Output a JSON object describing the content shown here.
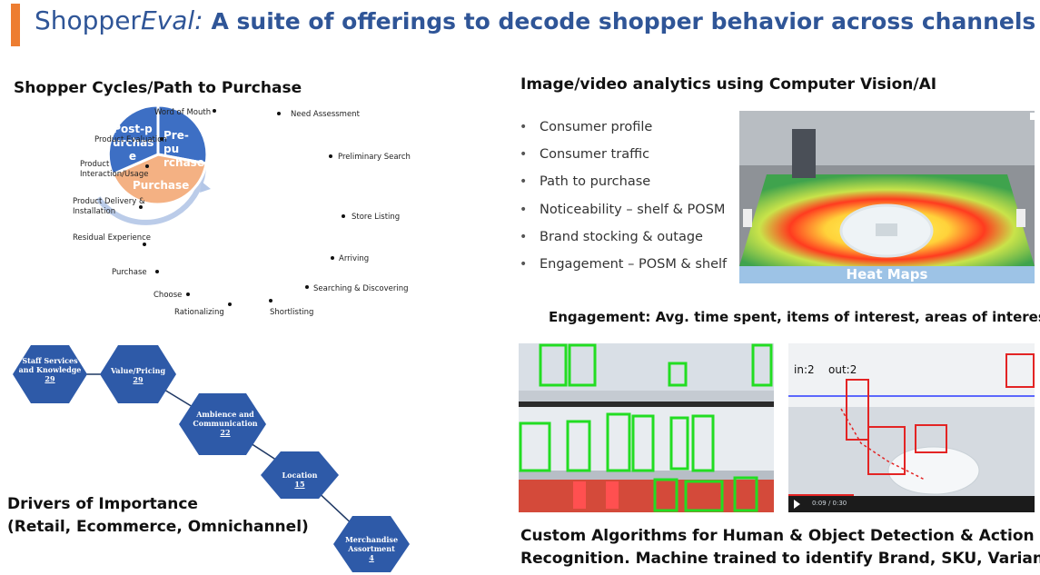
{
  "header": {
    "brand_regular": "Shopper",
    "brand_italic": "Eval:",
    "subtitle": "A suite of offerings to decode shopper behavior across channels"
  },
  "cycle": {
    "heading": "Shopper  Cycles/Path to Purchase",
    "segments": [
      "Pre-pu rchase",
      "Purchase",
      "Post-p urchas e"
    ],
    "stages": [
      "Word of Mouth",
      "Need Assessment",
      "Preliminary Search",
      "Store Listing",
      "Arriving",
      "Searching & Discovering",
      "Shortlisting",
      "Rationalizing",
      "Choose",
      "Purchase",
      "Residual Experience",
      "Product Delivery & Installation",
      "Product Interaction/Usage",
      "Product Evaluation"
    ]
  },
  "drivers": {
    "heading_line1": "Drivers of Importance",
    "heading_line2": "(Retail, Ecommerce, Omnichannel)",
    "items": [
      {
        "label": "Staff Services and Knowledge",
        "value": "29"
      },
      {
        "label": "Value/Pricing",
        "value": "29"
      },
      {
        "label": "Ambience and Communication",
        "value": "22"
      },
      {
        "label": "Location",
        "value": "15"
      },
      {
        "label": "Merchandise Assortment",
        "value": "4"
      }
    ]
  },
  "vision": {
    "heading": "Image/video analytics using Computer Vision/AI",
    "bullets": [
      "Consumer profile",
      "Consumer traffic",
      "Path to purchase",
      "Noticeability – shelf & POSM",
      "Brand stocking & outage",
      "Engagement – POSM & shelf"
    ],
    "heatmap_caption": "Heat Maps",
    "engagement_heading": "Engagement: Avg. time spent, items of interest, areas of interest",
    "cam_in": "in:2",
    "cam_out": "out:2",
    "cam_time": "0:09 / 0:30",
    "custom_line1": "Custom Algorithms for Human & Object Detection & Action",
    "custom_line2": "Recognition. Machine trained to identify Brand, SKU, Variant"
  },
  "colors": {
    "accent": "#ed7d31",
    "title_blue": "#2f5597",
    "hex_blue": "#2e5aa8",
    "segment_blue": "#3d6fc4",
    "segment_peach": "#f4b183",
    "caption_blue": "#9dc3e6"
  }
}
